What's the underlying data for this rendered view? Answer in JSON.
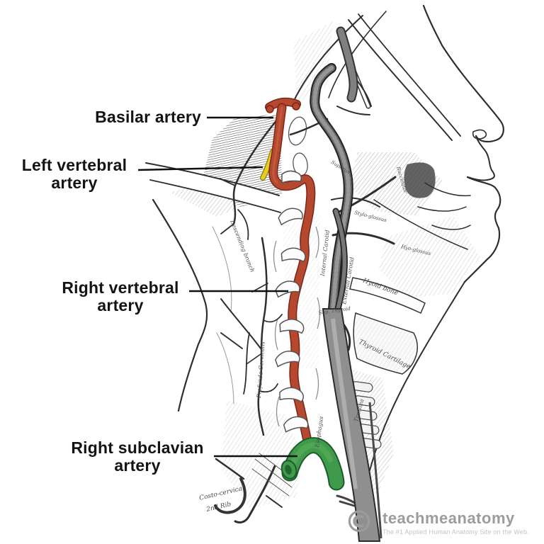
{
  "figure_labels": {
    "basilar": {
      "text": "Basilar artery"
    },
    "left_vertebral": {
      "line1": "Left vertebral",
      "line2": "artery"
    },
    "right_vertebral": {
      "line1": "Right vertebral",
      "line2": "artery"
    },
    "right_subclavian": {
      "line1": "Right subclavian",
      "line2": "artery"
    }
  },
  "watermark": {
    "copyright_symbol": "©",
    "brand": "teachmeanatomy",
    "tagline": "The #1 Applied Human Anatomy Site on the Web."
  },
  "engraving": [
    "Descending branch",
    "Profunda Cervicalis",
    "Internal Carotid",
    "External Carotid",
    "Sup. Thyroid",
    "Superior",
    "Stylo-glossus",
    "Hyo-glossus",
    "Buccinator",
    "Hyoid bone",
    "Thyroid Cartilage",
    "Esophagus",
    "Trachea",
    "Costo-cervical",
    "2nd Rib"
  ],
  "colors": {
    "vertebral_artery_highlight": "#b5492f",
    "left_vertebral_highlight": "#e2cf1e",
    "subclavian_highlight": "#3f9b4b",
    "carotid_gray": "#8f8f8f",
    "label_text": "#141414",
    "watermark_gray": "#9c9c9c"
  }
}
